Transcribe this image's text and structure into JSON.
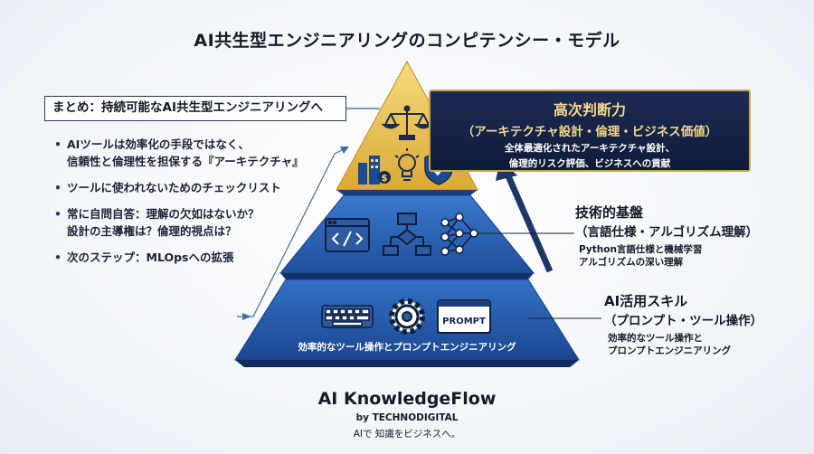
{
  "title": "AI共生型エンジニアリングのコンピテンシー・モデル",
  "summary": {
    "title": "まとめ：持続可能なAI共生型エンジニアリングへ",
    "bullets": [
      {
        "lines": [
          "AIツールは効率化の手段ではなく、",
          "信頼性と倫理性を担保する『アーキテクチャ』"
        ]
      },
      {
        "lines": [
          "ツールに使われないためのチェックリスト"
        ]
      },
      {
        "lines": [
          "常に自問自答：理解の欠如はないか？",
          "設計の主導権は？倫理的視点は？"
        ]
      },
      {
        "lines": [
          "次のステップ：MLOpsへの拡張"
        ]
      }
    ]
  },
  "tiers": {
    "top": {
      "title": "高次判断力",
      "subtitle": "（アーキテクチャ設計・倫理・ビジネス価値）",
      "desc": [
        "全体最適化されたアーキテクチャ設計、",
        "倫理的リスク評価、ビジネスへの貢献"
      ],
      "icons": [
        "scales-icon",
        "buildings-money-icon",
        "lightbulb-icon",
        "shield-check-icon"
      ]
    },
    "middle": {
      "title": "技術的基盤",
      "subtitle": "（言語仕様・アルゴリズム理解）",
      "desc": [
        "Python言語仕様と機械学習",
        "アルゴリズムの深い理解"
      ],
      "icons": [
        "code-window-icon",
        "flowchart-icon",
        "neural-network-icon"
      ]
    },
    "bottom": {
      "title": "AI活用スキル",
      "subtitle": "（プロンプト・ツール操作）",
      "desc": [
        "効率的なツール操作と",
        "プロンプトエンジニアリング"
      ],
      "tier_text": "効率的なツール操作とプロンプトエンジニアリング",
      "prompt_label": "PROMPT",
      "icons": [
        "keyboard-icon",
        "gear-icon",
        "prompt-window-icon"
      ]
    }
  },
  "brand": {
    "name": "AI KnowledgeFlow",
    "by": "by TECHNODIGITAL",
    "tagline": "AIで 知識をビジネスへ。"
  },
  "colors": {
    "gold": "#e8c04a",
    "navy": "#111d3e",
    "blue": "#2c63b5",
    "accent_text": "#f4d98a"
  }
}
